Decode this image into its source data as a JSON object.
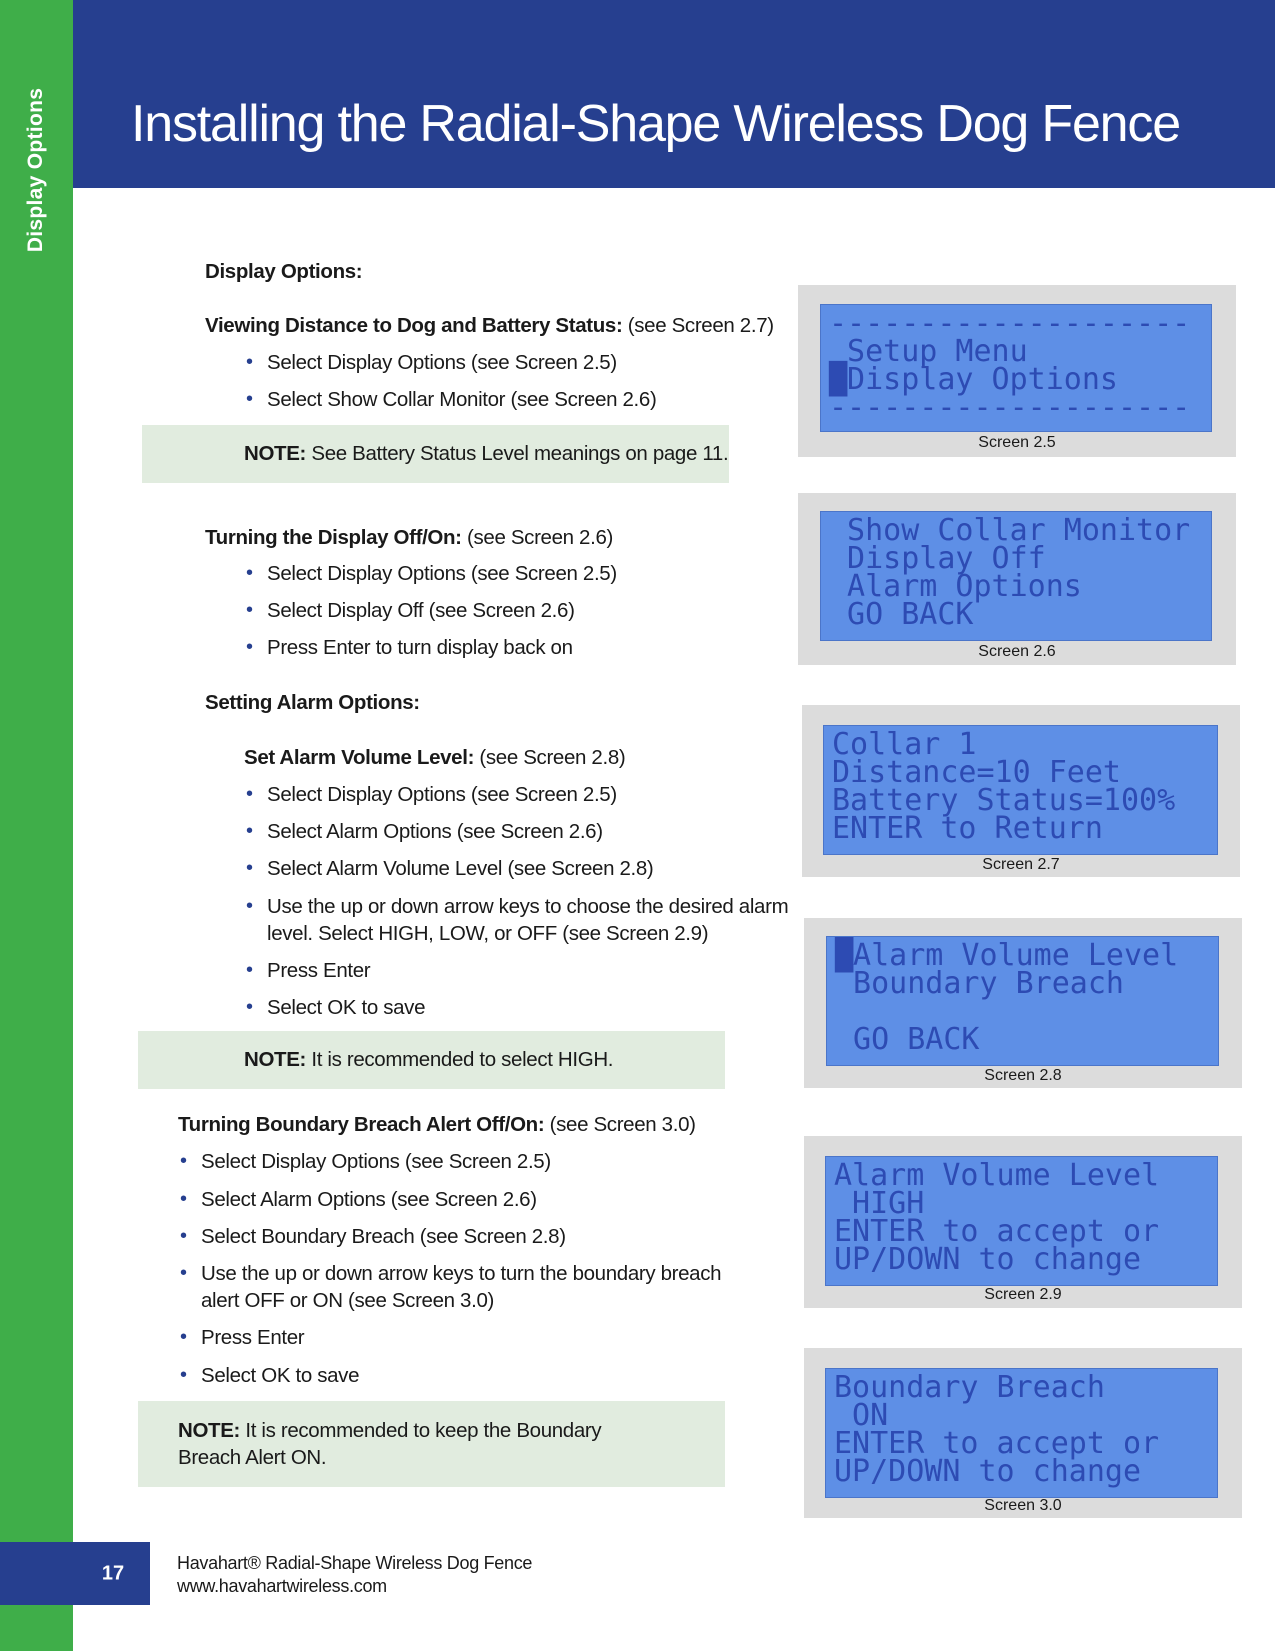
{
  "sidebar": {
    "label": "Display Options"
  },
  "header": {
    "title": "Installing the Radial-Shape Wireless Dog Fence"
  },
  "content": {
    "heading": "Display Options:",
    "sec1": {
      "title": "Viewing Distance to Dog and Battery Status:",
      "ref": " (see Screen 2.7)",
      "bullets": [
        "Select Display Options (see Screen 2.5)",
        "Select Show Collar Monitor (see Screen 2.6)"
      ]
    },
    "note1": {
      "label": "NOTE:",
      "text": " See Battery Status Level meanings on page 11."
    },
    "sec2": {
      "title": "Turning the Display Off/On:",
      "ref": " (see Screen 2.6)",
      "bullets": [
        "Select Display Options (see Screen 2.5)",
        "Select Display Off (see Screen 2.6)",
        "Press Enter to turn display back on"
      ]
    },
    "sec3": {
      "title": "Setting Alarm Options:"
    },
    "sec4": {
      "title": "Set Alarm Volume Level:",
      "ref": " (see Screen 2.8)",
      "bullets": [
        "Select Display Options (see Screen 2.5)",
        "Select Alarm Options (see Screen 2.6)",
        "Select Alarm Volume Level (see Screen 2.8)",
        "Use the up or down arrow keys to choose the desired alarm",
        "level. Select HIGH, LOW, or OFF (see Screen 2.9)",
        "Press Enter",
        "Select OK to save"
      ]
    },
    "note2": {
      "label": "NOTE:",
      "text": " It is recommended to select HIGH."
    },
    "sec5": {
      "title": "Turning Boundary Breach Alert Off/On:",
      "ref": " (see Screen 3.0)",
      "bullets": [
        "Select Display Options (see Screen 2.5)",
        "Select Alarm Options (see Screen 2.6)",
        "Select Boundary Breach (see Screen 2.8)",
        "Use the up or down arrow keys to turn the boundary breach",
        "alert OFF or ON (see Screen 3.0)",
        "Press Enter",
        "Select OK to save"
      ]
    },
    "note3": {
      "label": "NOTE:",
      "line1": " It is recommended to keep the Boundary",
      "line2": "Breach Alert ON."
    }
  },
  "screens": [
    {
      "caption": "Screen 2.5",
      "lcd": "--------------------\n Setup Menu\n█Display Options\n--------------------"
    },
    {
      "caption": "Screen 2.6",
      "lcd": " Show Collar Monitor\n Display Off\n Alarm Options\n GO BACK"
    },
    {
      "caption": "Screen 2.7",
      "lcd": "Collar 1\nDistance=10 Feet\nBattery Status=100%\nENTER to Return"
    },
    {
      "caption": "Screen 2.8",
      "lcd": "█Alarm Volume Level\n Boundary Breach\n\n GO BACK"
    },
    {
      "caption": "Screen 2.9",
      "lcd": "Alarm Volume Level\n HIGH\nENTER to accept or\nUP/DOWN to change"
    },
    {
      "caption": "Screen 3.0",
      "lcd": "Boundary Breach\n ON\nENTER to accept or\nUP/DOWN to change"
    }
  ],
  "footer": {
    "page_number": "17",
    "line1": "Havahart® Radial-Shape Wireless Dog Fence",
    "line2": "www.havahartwireless.com"
  }
}
